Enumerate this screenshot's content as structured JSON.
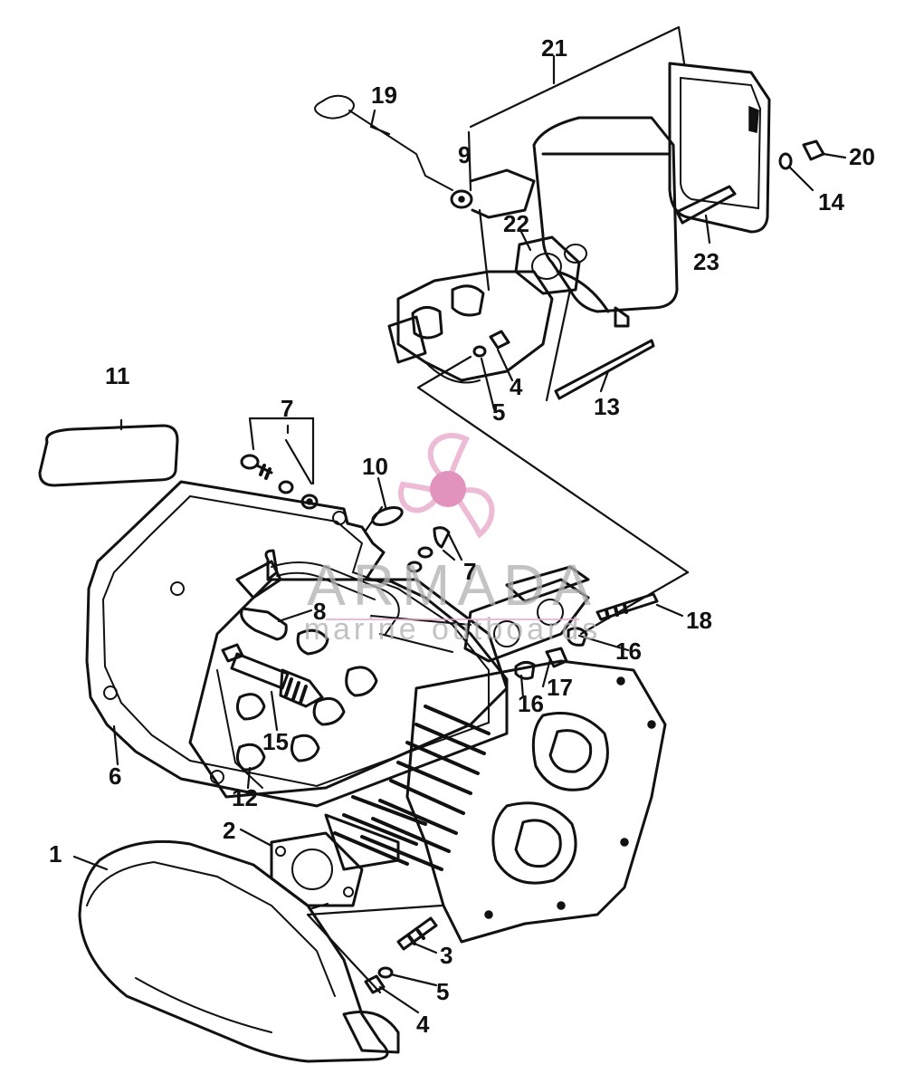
{
  "callouts": [
    {
      "id": "c1",
      "label": "1"
    },
    {
      "id": "c2",
      "label": "2"
    },
    {
      "id": "c3",
      "label": "3"
    },
    {
      "id": "c4a",
      "label": "4"
    },
    {
      "id": "c4b",
      "label": "4"
    },
    {
      "id": "c5a",
      "label": "5"
    },
    {
      "id": "c5b",
      "label": "5"
    },
    {
      "id": "c6",
      "label": "6"
    },
    {
      "id": "c7a",
      "label": "7"
    },
    {
      "id": "c7b",
      "label": "7"
    },
    {
      "id": "c8",
      "label": "8"
    },
    {
      "id": "c9",
      "label": "9"
    },
    {
      "id": "c10",
      "label": "10"
    },
    {
      "id": "c11",
      "label": "11"
    },
    {
      "id": "c12",
      "label": "12"
    },
    {
      "id": "c13",
      "label": "13"
    },
    {
      "id": "c14",
      "label": "14"
    },
    {
      "id": "c15",
      "label": "15"
    },
    {
      "id": "c16a",
      "label": "16"
    },
    {
      "id": "c16b",
      "label": "16"
    },
    {
      "id": "c17",
      "label": "17"
    },
    {
      "id": "c18",
      "label": "18"
    },
    {
      "id": "c19",
      "label": "19"
    },
    {
      "id": "c20",
      "label": "20"
    },
    {
      "id": "c21",
      "label": "21"
    },
    {
      "id": "c22",
      "label": "22"
    },
    {
      "id": "c23",
      "label": "23"
    }
  ],
  "watermark": {
    "brand": "ARMADA",
    "tagline": "marine outboards",
    "color": "#e8a5c8",
    "accent": "#d86ea8",
    "icon": "propeller-logo-icon"
  }
}
